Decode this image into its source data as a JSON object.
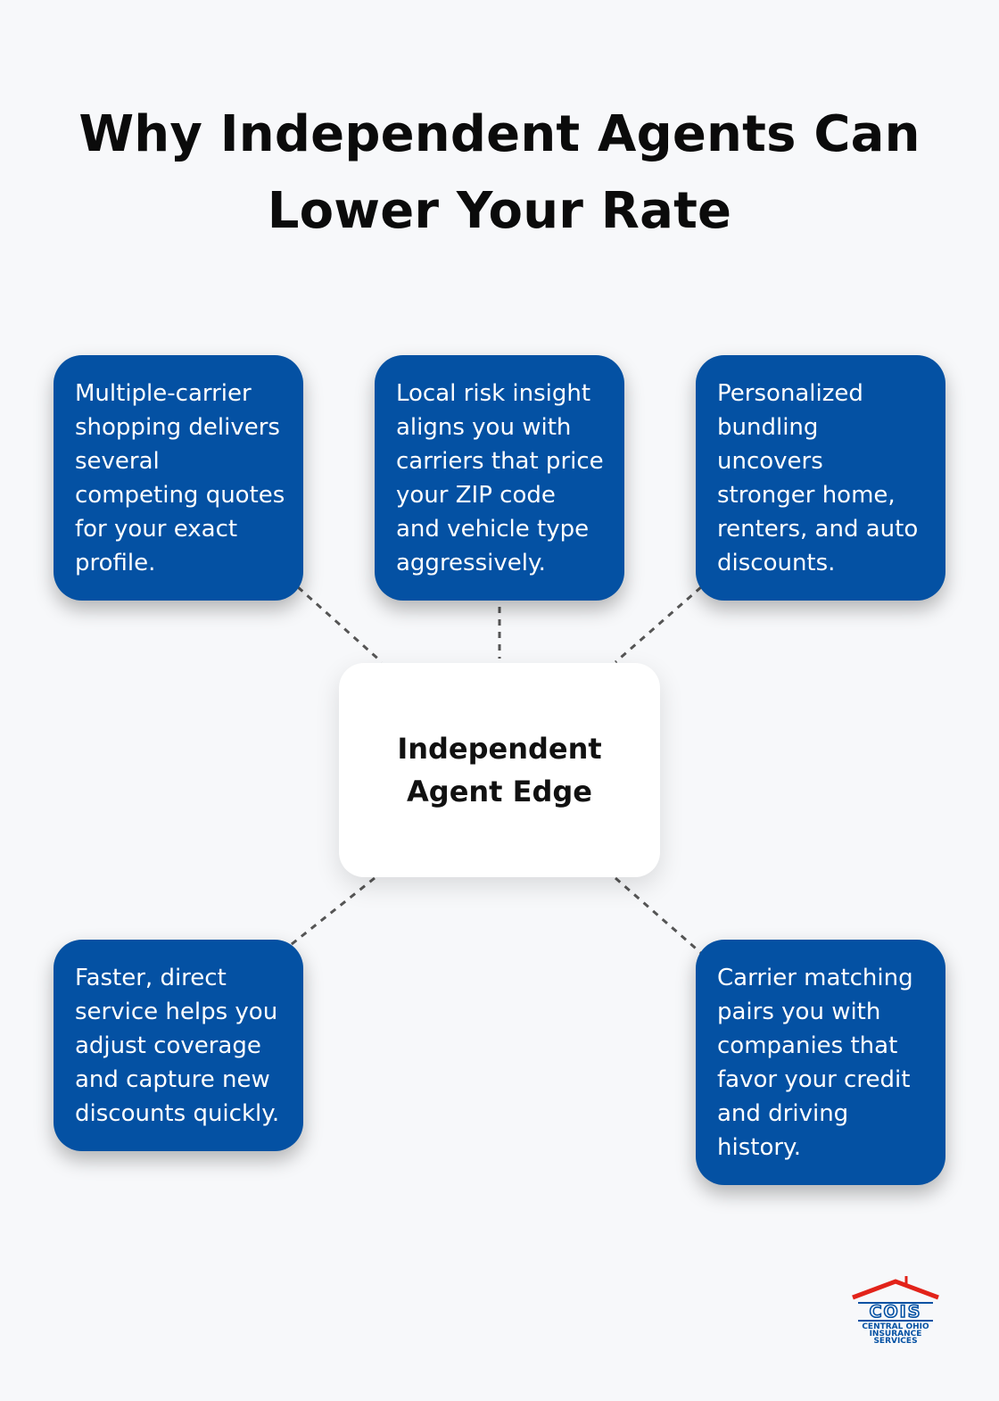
{
  "title": "Why Independent Agents Can Lower Your Rate",
  "center": {
    "label": "Independent Agent Edge"
  },
  "cards": [
    "Multiple-carrier shopping delivers several competing quotes for your exact profile.",
    "Local risk insight aligns you with carriers that price your ZIP code and vehicle type aggressively.",
    "Personalized bundling uncovers stronger home, renters, and auto discounts.",
    "Faster, direct service helps you adjust coverage and capture new discounts quickly.",
    "Carrier matching pairs you with companies that favor your credit and driving history."
  ],
  "logo": {
    "name": "COIS",
    "line1": "CENTRAL OHIO",
    "line2": "INSURANCE",
    "line3": "SERVICES"
  },
  "colors": {
    "card": "#0451a3",
    "accent": "#e2231a",
    "background": "#f7f8fa"
  }
}
